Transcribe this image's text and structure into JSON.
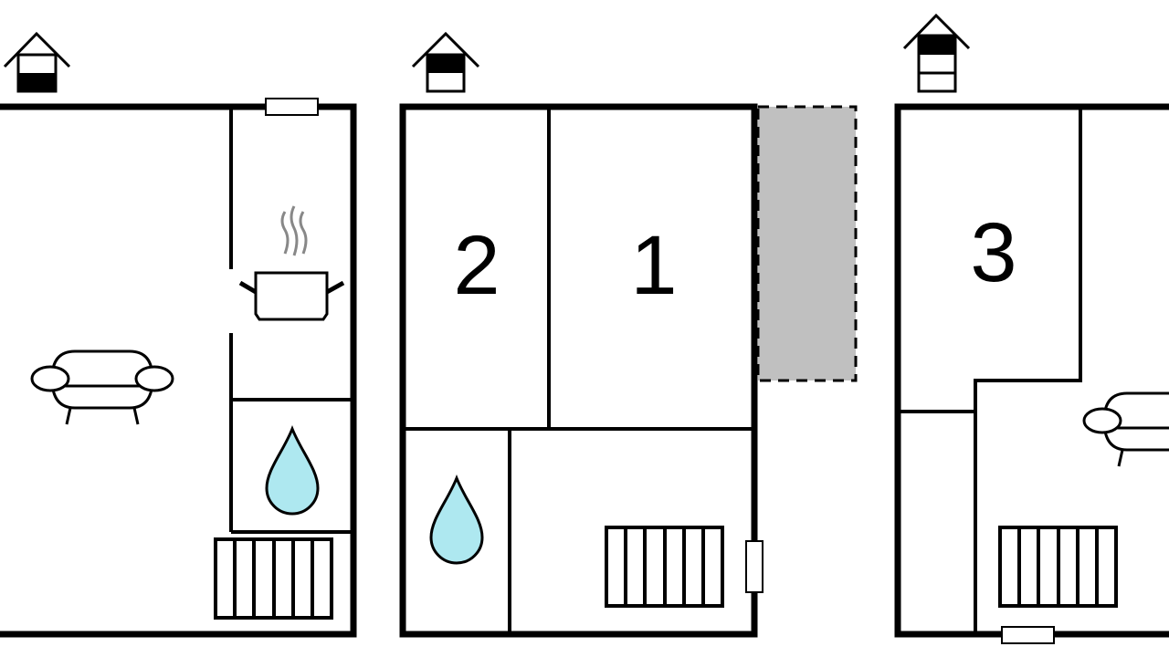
{
  "floors": [
    {
      "name": "ground-floor",
      "rooms": []
    },
    {
      "name": "first-floor",
      "rooms": [
        {
          "label": "2"
        },
        {
          "label": "1"
        }
      ]
    },
    {
      "name": "second-floor",
      "rooms": [
        {
          "label": "3"
        }
      ]
    }
  ],
  "colors": {
    "wall": "#000000",
    "water": "#aee8f0",
    "balcony": "#c0c0c0",
    "steam": "#888888"
  }
}
